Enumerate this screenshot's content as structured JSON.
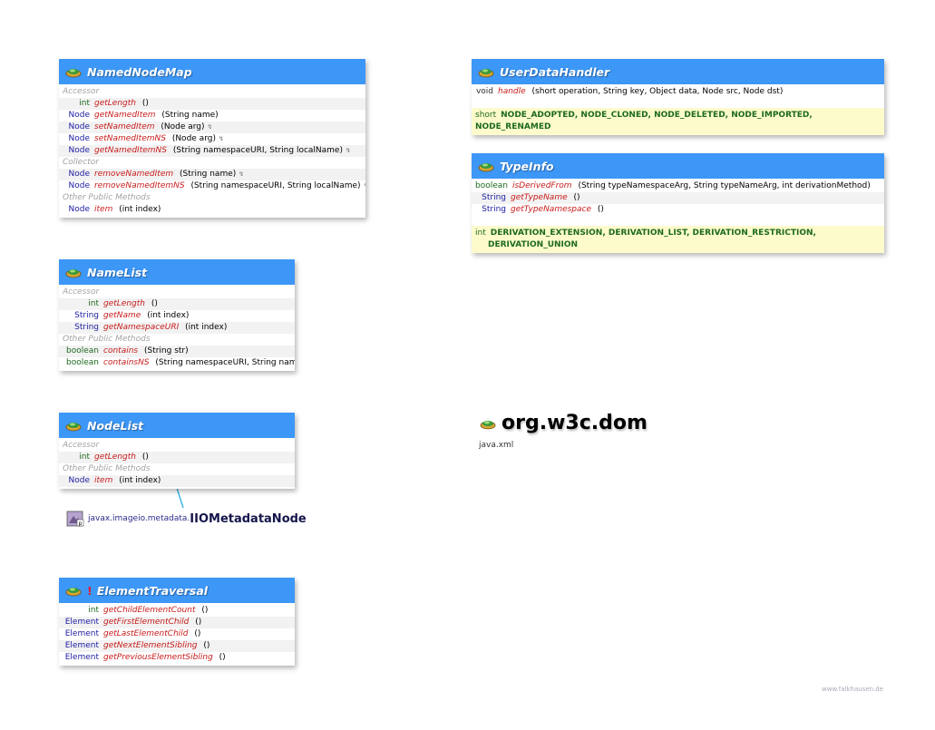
{
  "package": {
    "name": "org.w3c.dom",
    "module": "java.xml"
  },
  "footer": "www.falkhausen.de",
  "related": {
    "package": "javax.imageio.metadata.",
    "class": "IIOMetadataNode"
  },
  "colors": {
    "header": "#3d97f7",
    "method": "#c81a1a",
    "type": "#1f20a3",
    "primitive": "#1d6a1d",
    "category": "#a3a3a3",
    "constants_bg": "#fdfbcc",
    "link": "#3db5e8"
  },
  "classes": {
    "namednodemap": {
      "name": "NamedNodeMap",
      "rows": [
        {
          "kind": "cat",
          "text": "Accessor"
        },
        {
          "ret": "int",
          "rt": "prim",
          "method": "getLength",
          "params": " ()"
        },
        {
          "ret": "Node",
          "rt": "type",
          "method": "getNamedItem",
          "params": " (String name)"
        },
        {
          "ret": "Node",
          "rt": "type",
          "method": "setNamedItem",
          "params": " (Node arg)",
          "arrow": "↯"
        },
        {
          "ret": "Node",
          "rt": "type",
          "method": "setNamedItemNS",
          "params": " (Node arg)",
          "arrow": "↯"
        },
        {
          "ret": "Node",
          "rt": "type",
          "method": "getNamedItemNS",
          "params": " (String namespaceURI, String localName)",
          "arrow": "↯"
        },
        {
          "kind": "cat",
          "text": "Collector"
        },
        {
          "ret": "Node",
          "rt": "type",
          "method": "removeNamedItem",
          "params": " (String name)",
          "arrow": "↯"
        },
        {
          "ret": "Node",
          "rt": "type",
          "method": "removeNamedItemNS",
          "params": " (String namespaceURI, String localName)",
          "arrow": "↯"
        },
        {
          "kind": "cat",
          "text": "Other Public Methods"
        },
        {
          "ret": "Node",
          "rt": "type",
          "method": "item",
          "params": " (int index)"
        }
      ]
    },
    "namelist": {
      "name": "NameList",
      "rows": [
        {
          "kind": "cat",
          "text": "Accessor"
        },
        {
          "ret": "int",
          "rt": "prim",
          "method": "getLength",
          "params": " ()"
        },
        {
          "ret": "String",
          "rt": "type",
          "method": "getName",
          "params": " (int index)"
        },
        {
          "ret": "String",
          "rt": "type",
          "method": "getNamespaceURI",
          "params": " (int index)"
        },
        {
          "kind": "cat",
          "text": "Other Public Methods"
        },
        {
          "ret": "boolean",
          "rt": "prim",
          "method": "contains",
          "params": " (String str)"
        },
        {
          "ret": "boolean",
          "rt": "prim",
          "method": "containsNS",
          "params": " (String namespaceURI, String name)"
        }
      ]
    },
    "nodelist": {
      "name": "NodeList",
      "rows": [
        {
          "kind": "cat",
          "text": "Accessor"
        },
        {
          "ret": "int",
          "rt": "prim",
          "method": "getLength",
          "params": " ()"
        },
        {
          "kind": "cat",
          "text": "Other Public Methods"
        },
        {
          "ret": "Node",
          "rt": "type",
          "method": "item",
          "params": " (int index)"
        }
      ]
    },
    "elementtraversal": {
      "name": "ElementTraversal",
      "warn": "!",
      "rows": [
        {
          "ret": "int",
          "rt": "prim",
          "method": "getChildElementCount",
          "params": " ()"
        },
        {
          "ret": "Element",
          "rt": "type",
          "method": "getFirstElementChild",
          "params": " ()"
        },
        {
          "ret": "Element",
          "rt": "type",
          "method": "getLastElementChild",
          "params": " ()"
        },
        {
          "ret": "Element",
          "rt": "type",
          "method": "getNextElementSibling",
          "params": " ()"
        },
        {
          "ret": "Element",
          "rt": "type",
          "method": "getPreviousElementSibling",
          "params": " ()"
        }
      ]
    },
    "userdatahandler": {
      "name": "UserDataHandler",
      "rows": [
        {
          "ret": "void",
          "rt": "gray",
          "method": "handle",
          "params": " (short operation, String key, Object data, Node src, Node dst)"
        }
      ],
      "const_type": "short",
      "constants": "NODE_ADOPTED, NODE_CLONED, NODE_DELETED, NODE_IMPORTED, NODE_RENAMED"
    },
    "typeinfo": {
      "name": "TypeInfo",
      "rows": [
        {
          "ret": "boolean",
          "rt": "prim",
          "method": "isDerivedFrom",
          "params": " (String typeNamespaceArg, String typeNameArg, int derivationMethod)"
        },
        {
          "ret": "String",
          "rt": "type",
          "method": "getTypeName",
          "params": " ()"
        },
        {
          "ret": "String",
          "rt": "type",
          "method": "getTypeNamespace",
          "params": " ()"
        }
      ],
      "const_type": "int",
      "constants": "DERIVATION_EXTENSION, DERIVATION_LIST, DERIVATION_RESTRICTION,",
      "constants2": "DERIVATION_UNION"
    }
  }
}
